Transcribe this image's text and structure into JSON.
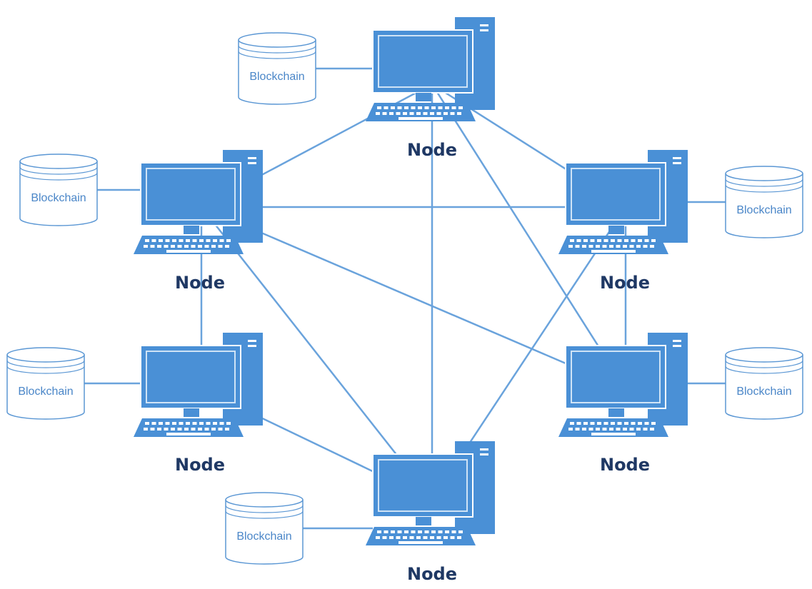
{
  "colors": {
    "computer": "#4a90d6",
    "computer_dark": "#3a7cc2",
    "screen_inner": "#cfe3f6",
    "link": "#6aa3dc",
    "cylinder_stroke": "#5b97d4",
    "db_text": "#4a86c8",
    "label_text": "#1f3864",
    "background": "#ffffff"
  },
  "nodes": [
    {
      "id": "top",
      "label": "Node",
      "database": "Blockchain"
    },
    {
      "id": "upper-left",
      "label": "Node",
      "database": "Blockchain"
    },
    {
      "id": "upper-right",
      "label": "Node",
      "database": "Blockchain"
    },
    {
      "id": "lower-left",
      "label": "Node",
      "database": "Blockchain"
    },
    {
      "id": "lower-right",
      "label": "Node",
      "database": "Blockchain"
    },
    {
      "id": "bottom",
      "label": "Node",
      "database": "Blockchain"
    }
  ],
  "links": [
    [
      "top",
      "upper-left"
    ],
    [
      "top",
      "upper-right"
    ],
    [
      "top",
      "bottom"
    ],
    [
      "top",
      "lower-right"
    ],
    [
      "upper-left",
      "upper-right"
    ],
    [
      "upper-left",
      "lower-right"
    ],
    [
      "upper-left",
      "bottom"
    ],
    [
      "upper-left",
      "lower-left"
    ],
    [
      "upper-right",
      "bottom"
    ],
    [
      "upper-right",
      "lower-right"
    ],
    [
      "lower-left",
      "bottom"
    ]
  ]
}
